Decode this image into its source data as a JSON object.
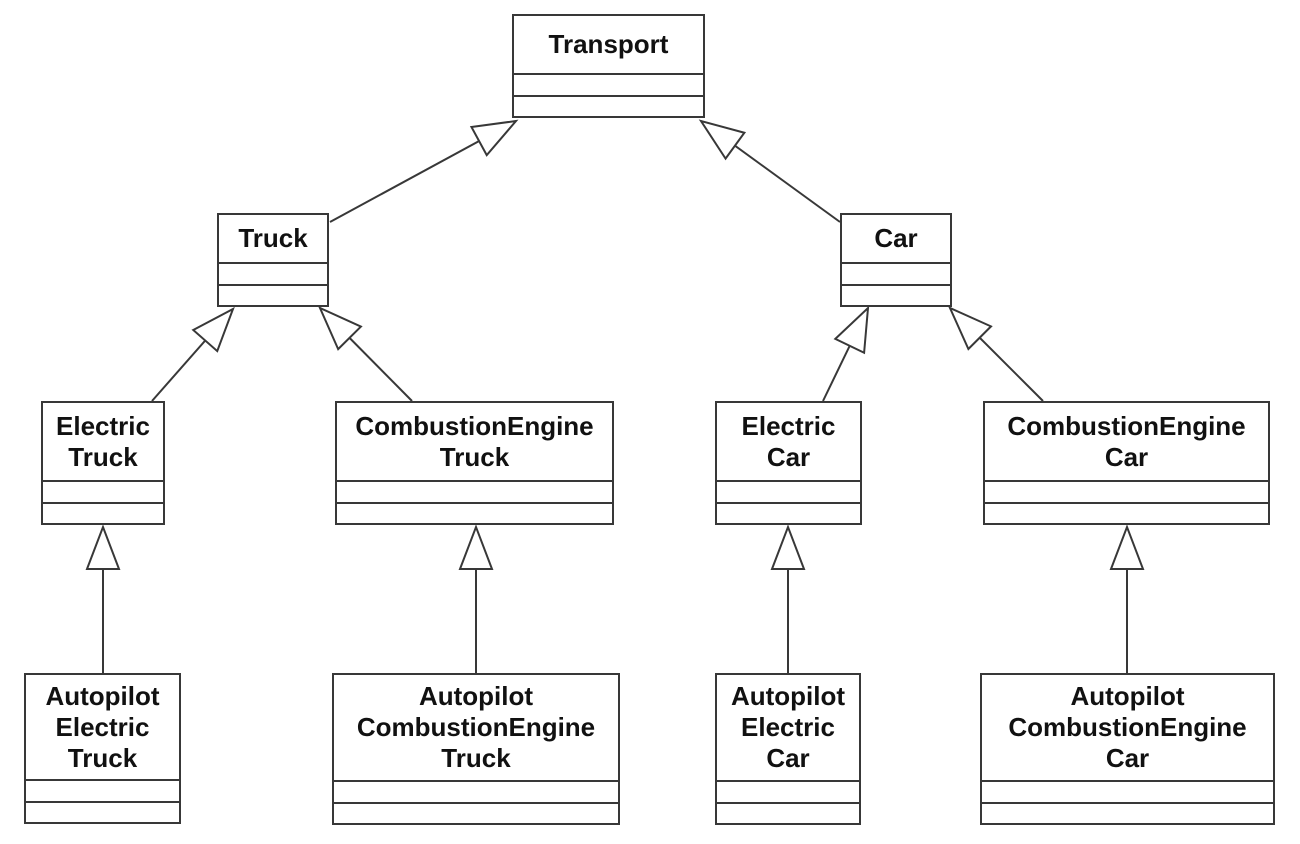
{
  "diagram": {
    "kind": "UML class diagram",
    "colors": {
      "stroke": "#383838",
      "background": "#ffffff",
      "text": "#111111"
    },
    "classes": [
      {
        "id": "transport",
        "name": "Transport",
        "attributes": "",
        "methods": ""
      },
      {
        "id": "truck",
        "name": "Truck",
        "attributes": "",
        "methods": ""
      },
      {
        "id": "car",
        "name": "Car",
        "attributes": "",
        "methods": ""
      },
      {
        "id": "electric-truck",
        "name": "Electric\nTruck",
        "attributes": "",
        "methods": ""
      },
      {
        "id": "combustion-engine-truck",
        "name": "CombustionEngine\nTruck",
        "attributes": "",
        "methods": ""
      },
      {
        "id": "electric-car",
        "name": "Electric\nCar",
        "attributes": "",
        "methods": ""
      },
      {
        "id": "combustion-engine-car",
        "name": "CombustionEngine\nCar",
        "attributes": "",
        "methods": ""
      },
      {
        "id": "autopilot-electric-truck",
        "name": "Autopilot\nElectric\nTruck",
        "attributes": "",
        "methods": ""
      },
      {
        "id": "autopilot-combustion-engine-truck",
        "name": "Autopilot\nCombustionEngine\nTruck",
        "attributes": "",
        "methods": ""
      },
      {
        "id": "autopilot-electric-car",
        "name": "Autopilot\nElectric\nCar",
        "attributes": "",
        "methods": ""
      },
      {
        "id": "autopilot-combustion-engine-car",
        "name": "Autopilot\nCombustionEngine\nCar",
        "attributes": "",
        "methods": ""
      }
    ],
    "relations": [
      {
        "child": "Truck",
        "parent": "Transport",
        "type": "generalization"
      },
      {
        "child": "Car",
        "parent": "Transport",
        "type": "generalization"
      },
      {
        "child": "ElectricTruck",
        "parent": "Truck",
        "type": "generalization"
      },
      {
        "child": "CombustionEngineTruck",
        "parent": "Truck",
        "type": "generalization"
      },
      {
        "child": "ElectricCar",
        "parent": "Car",
        "type": "generalization"
      },
      {
        "child": "CombustionEngineCar",
        "parent": "Car",
        "type": "generalization"
      },
      {
        "child": "AutopilotElectricTruck",
        "parent": "ElectricTruck",
        "type": "generalization"
      },
      {
        "child": "AutopilotCombustionEngineTruck",
        "parent": "CombustionEngineTruck",
        "type": "generalization"
      },
      {
        "child": "AutopilotElectricCar",
        "parent": "ElectricCar",
        "type": "generalization"
      },
      {
        "child": "AutopilotCombustionEngineCar",
        "parent": "CombustionEngineCar",
        "type": "generalization"
      }
    ]
  }
}
